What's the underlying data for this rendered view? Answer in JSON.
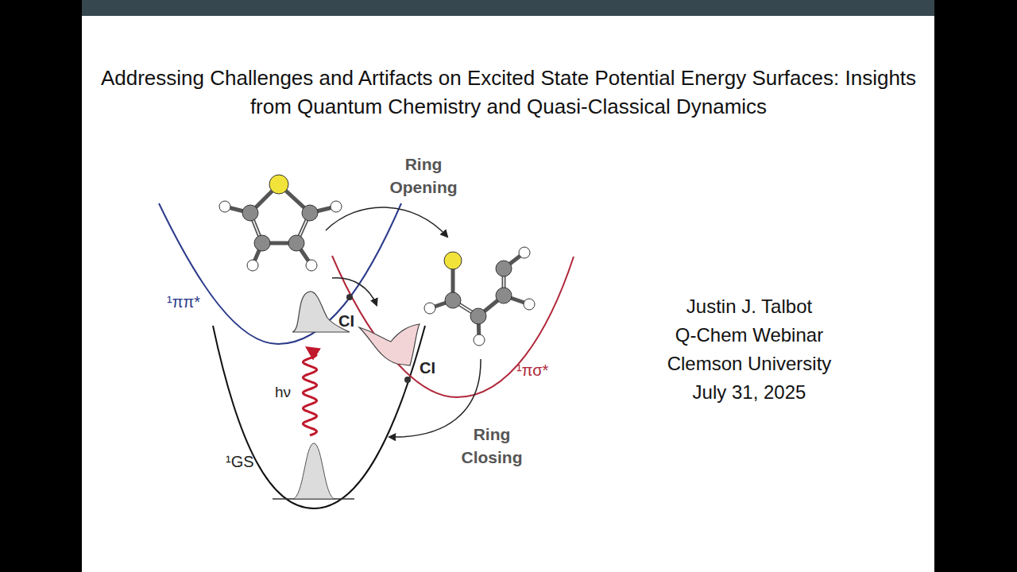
{
  "diagram": {
    "title": "Addressing Challenges and Artifacts on Excited State Potential Energy Surfaces: Insights from Quantum Chemistry and Quasi-Classical Dynamics",
    "labels": [
      "Ring Opening",
      "¹ππ*",
      "CI",
      "CI",
      "¹πσ*",
      "hν",
      "¹GS",
      "Ring Closing",
      "Justin J. Talbot",
      "Q-Chem Webinar",
      "Clemson University",
      "July 31, 2025"
    ]
  }
}
